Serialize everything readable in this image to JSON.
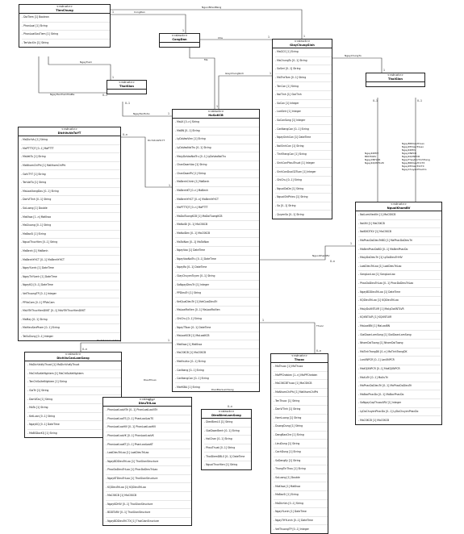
{
  "classes": {
    "tinh": {
      "stereo": "<<struct>>",
      "name": "TienChung",
      "attrs": [
        "- DiaTiem [1] Boolean",
        "- PhanLoai [1] String",
        "- PhanLoaiSauTiem [1] String",
        "- TenVacXin [1] String"
      ]
    },
    "congdan": {
      "stereo": "<<struct>>",
      "name": "CongDan",
      "attrs": []
    },
    "thoigian_left": {
      "stereo": "<<struct>>",
      "name": "ThoiGian",
      "attrs": []
    },
    "giaychung": {
      "stereo": "<<struct>>",
      "name": "GiayChungSinh",
      "attrs": [
        "- MaGCS [1] String",
        "- MaChungTu [0..1] String",
        "- SoSeri [0..1] String",
        "- MaTheTam [0..1] String",
        "- TenCon [1] String",
        "- NoiTinh [1] GioiTinh",
        "- SoCon [1] Integer",
        "- LanSinh [1] Integer",
        "- SoConSong [1] Integer",
        "- CanNangCon [0..1] String",
        "- NgaySinhCon [1] DateTime",
        "- NoiSinhCon [1] String",
        "- TinhTrangCon [1] String",
        "- SinhConPhauThuat [1] Integer",
        "- SinhConDuoi32Tuan [1] Integer",
        "- GhiChu [0..1] String",
        "- NguoiDoDe [1] String",
        "- NguoiGhiPhieu [1] String",
        "- So [0..1] String",
        "- QuyenSo [0..1] String"
      ]
    },
    "thoigian_right": {
      "stereo": "<<struct>>",
      "name": "ThoiGian",
      "attrs": []
    },
    "dichvu": {
      "stereo": "<<struct>>",
      "name": "DichVuVaTuYT",
      "attrs": [
        "- MaDichVu [1] String",
        "- MaPTTTQT [0..1] MaPTTT",
        "- MaVatTu [1] String",
        "- MaNhomChiPhi [1] MaNhomChiPhi",
        "- GoiVTYT [1] String",
        "- TenVatTu [1] String",
        "- MaLoaiXangDau [0..1] String",
        "- DonViTinh [0..1] String",
        "- SoLuong [1] Double",
        "- MaKhoa [1..n] MaKhoa",
        "- MaGiuong [0..1] String",
        "- MaBacSi [1] String",
        "- NguoiThucHien [0..1] String",
        "- MaBenh [1] MaBenh",
        "- MaBenhYHCT [0..1] MaBenhYHCT",
        "- NgayYLenh [1] DateTime",
        "- NgayThYLenh [1] DateTime",
        "- NgayKQ [0..1] DateTime",
        "- VetThuongTP [0..1] Integer",
        "- PPVoCam [0..1] PPVoCam",
        "- MaViTriThucHienDVKT [0..1] MaViTriThucHienDVKT",
        "- MaMay [0..1] String",
        "- MaHieuSanPham [0..1] String",
        "- TaiSuDung [0..1] Integer"
      ]
    },
    "hoso": {
      "stereo": "<<struct>>",
      "name": "HoSoKCB",
      "attrs": [
        "- MaLK [0..n] String",
        "- MaBN [0..1] String",
        "- LyDoVaoVien [1] String",
        "- LyDoVaoNoiTru [0..1] String",
        "- MaLyDoVaoNoiTru [0..1] LyDoVaoNoiTru",
        "- ChanDoanVao [1] String",
        "- ChanDoanRV [1] String",
        "- MaBenhChinh [1] MaBenh",
        "- MaBenhKT [0..n] MaBenh",
        "- MaBenhYHCT [0..n] MaBenhYHCT",
        "- MaPTTTQT [0..n] MaPTTT",
        "- MaDoiTuongKCB [1] MaDoiTuongKCB",
        "- MaNoiDi [0..1] MaCSKCB",
        "- MaNoiDen [0..1] MaCSKCB",
        "- MaTaiNan [0..1] MaTaiNan",
        "- NgayVao [1] DateTime",
        "- NgayVaoNoiTru [0..1] DateTime",
        "- NgayRa [0..1] DateTime",
        "- GiayChuyenTuyen [0..1] String",
        "- SoNgayDieuTri [1] Integer",
        "- PPDieuTri [1] String",
        "- KetQuaDieuTri [1] KetQuaDieuTri",
        "- MaLoaiRaVien [0..1] MaLoaiRaVien",
        "- GhiChu [0..1] String",
        "- NgayTToan [0..1] DateTime",
        "- MaLoaiKCB [1] MaLoaiKCB",
        "- MaKhoa [1] MaKhoa",
        "- MaCSKCB [1] MaCSKCB",
        "- MaKhuVuc [0..1] String",
        "- CanNang [0..1] String",
        "- CanNangCon [0..1] String",
        "- MaHSBA [1] String"
      ]
    },
    "nguoi": {
      "stereo": "<<struct>>",
      "name": "NguoiKhamBV",
      "attrs": [
        "- NoiLamViecKhi [1] MaCSKCB",
        "- NoiXN [1] MaCSKCB",
        "- NoiBXDTKV [1] MaCSKCB",
        "- MaPhacDoDieuTriBD [1] MaPhacDoDieuTri",
        "- MaBenPhacDoBD [0..1] MaBenPhacDo",
        "- MaLyDoDieuTri [1] LyDoDieuTriHIV",
        "- LoaiDieuTriLao [1] LoaiDieuTriLao",
        "- SangLocLao [1] SangLocLao",
        "- PhacDoDieuTriLao [0..1] PhacDoDieuTriLao",
        "- NgayBDDieuTriLao [1] DateTime",
        "- KQDieuTriLao [1] KQDieuTriLao",
        "- MaLyDoXNTLVR [1] MaLyDoXNTLVR",
        "- KQXNTLVR [1] KQXNTLVR",
        "- MaLoaiBN [1] MaLoaiBN",
        "- GiaiDoanLamSang [1] GiaiDoanLamSang",
        "- NhomDoiTuong [1] NhomDoiTuong",
        "- MaTinhTrangDK [0..n] MaTinhTrangDK",
        "- LanXNPCR [0..1] LanXNPCR",
        "- MaKQXNPCR [0..1] MaKQXNPCR",
        "- MaXuTri [0..1] MaXuTri",
        "- MaPhacDoDieuTri [0..1] MaPhacDoDieuTri",
        "- MaBacPhacDo [0..1] MaBacPhacDo",
        "- SoNgayCapThuocARV [1] Integer",
        "- LyDoChuyenPhacDo [0..1] LyDoChuyenPhacDo",
        "- MaCSKCB [1] MaCSKCB"
      ]
    },
    "dichvucan": {
      "stereo": "<<struct>>",
      "name": "DichVuCanLamSang",
      "attrs": [
        "- MaDichVuKyThuat [1] MaDichVuKyThuat",
        "- MaChiSoXetNghiem [1] MaChiSoXetNghiem",
        "- TenChiSoXetNghiem [1] String",
        "- GiaTri [1] String",
        "- DonViDo [1] String",
        "- MoTa [1] String",
        "- KetLuan [0..1] String",
        "- NgayKQ [0..1] DateTime",
        "- MaBSDocKQ [1] String"
      ]
    },
    "dieutri": {
      "stereo": "<<struct>>",
      "name": "DieuTriLao",
      "attrs": [
        "- PhanLoaiLaoViTri [0..1] PhanLoaiLaoViTri",
        "- PhanLoaiLaoTS [0..1] PhanLoaiLaoTS",
        "- PhanLoaiLaoHIV [0..1] PhanLoaiLaoHIV",
        "- PhanLoaiLaoVK [0..1] PhanLoaiLaoVK",
        "- PhanLoaiLaoKT [0..1] PhanLoaiLaoKT",
        "- LoaiDieuTriLao [1] LoaiDieuTriLao",
        "- NgayBDDieuTriLao [1] ThoiGianStructure",
        "- PhacDoDieuTriLao [1] PhacDoDieuTriLao",
        "- NgayKTDieuTriLao [1] ThoiGianStructure",
        "- KQDieuTriLao [1] KQDieuTriLao",
        "- MaCSKCB [1] MaCSKCB",
        "- NgayKDHIV [0..1] ThoiGianStructure",
        "- BDDTARV [0..1] ThoiGianStructure",
        "- NgayBDDieuTriCTX [1] ThoiGianStructure"
      ]
    },
    "dienbien": {
      "stereo": "<<struct>>",
      "name": "DienBienLamSang",
      "attrs": [
        "- DienBienLS [1] String",
        "- GiaiDoanBenh [0..1] String",
        "- HoiChan [0..1] String",
        "- PhauThuat [0..1] String",
        "- ThoiDiemDBLS [0..1] DateTime",
        "- NguoiThucHien [1] String"
      ]
    },
    "thuoc": {
      "stereo": "<<struct>>",
      "name": "Thuoc",
      "attrs": [
        "- MaThuoc [1] MaThuoc",
        "- MaPPChebien [1..n] MaPPChebien",
        "- MaCSKCBThuoc [1] MaCSKCB",
        "- MaNhomChiPhi [1] MaNhomChiPhi",
        "- TenThuoc [1] String",
        "- DonViTinh [1] String",
        "- HamLuong [1] String",
        "- DuongDung [1] String",
        "- DangBaoChe [1] String",
        "- LieuDung [1] String",
        "- CachDung [1] String",
        "- SoDangKy [1] String",
        "- ThongTinThau [1] String",
        "- SoLuong [1] Double",
        "- MaKhoa [1] MaKhoa",
        "- MaBacSi [1] String",
        "- MaDichVu [0..1] String",
        "- NgayYLenh [1] DateTime",
        "- NgayTHYLenh [0..1] DateTime",
        "- VetThuongTP [0..1] Integer"
      ]
    }
  },
  "connectors": {
    "congdan": "CongDan",
    "nguoinhanbang": "NguoiNhanBang",
    "cha": "Cha",
    "me": "Me",
    "ngaytiem": "NgayTiem",
    "ngayhentiemmuiba": "NgayHenTiemMuiBa",
    "ngaytaohoso": "NgayTaoHoSo",
    "giaychungsinh": "GiayChungSinh",
    "ngaychungtu": "NgayChungTu",
    "dichvuvatuyt": "DichVuVaTuYT",
    "nguoikhambv": "NguoiKhamBV",
    "dichvucanlamsang": "DichVuCanLamSang",
    "dieutrilao": "DieuTriLao",
    "dienbienlamsang": "DienBienLamSang",
    "thuoc": "Thuoc",
    "ngay_cluster_a": [
      "NgayKDHIV",
      "BDDTARV",
      "NgayXNTLVR",
      "NgayKQXNTLVR"
    ],
    "ngay_cluster_b": [
      "NgayBDDieuTriLao",
      "NgayKTDieuTriLao",
      "NgayKDHIV",
      "NgayXNPCR",
      "NgayKQXNPCR",
      "NgayThayDoiTinhTrang",
      "NgayBDDieuTriCTX",
      "NgayKTDieuTriCTX",
      "NgayChuyenPhacDo"
    ]
  },
  "colors": {
    "line": "#333333",
    "border": "#222222",
    "text": "#111111"
  }
}
